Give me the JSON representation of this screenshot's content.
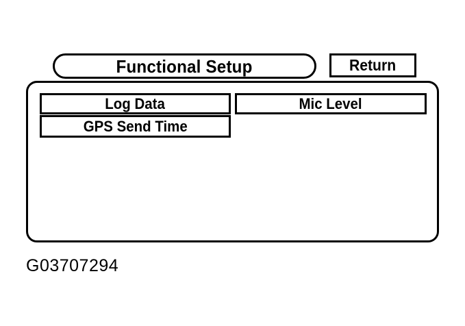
{
  "figure": {
    "caption": "G03707294",
    "background_color": "#ffffff",
    "line_color": "#000000"
  },
  "screen": {
    "title": "Functional Setup",
    "return_button": {
      "label": "Return",
      "icon": "return-icon"
    },
    "menu": {
      "columns": [
        {
          "name": "left-column",
          "items": [
            {
              "label": "Log Data"
            },
            {
              "label": "GPS Send Time"
            }
          ]
        },
        {
          "name": "right-column",
          "items": [
            {
              "label": "Mic Level"
            }
          ]
        }
      ]
    }
  }
}
